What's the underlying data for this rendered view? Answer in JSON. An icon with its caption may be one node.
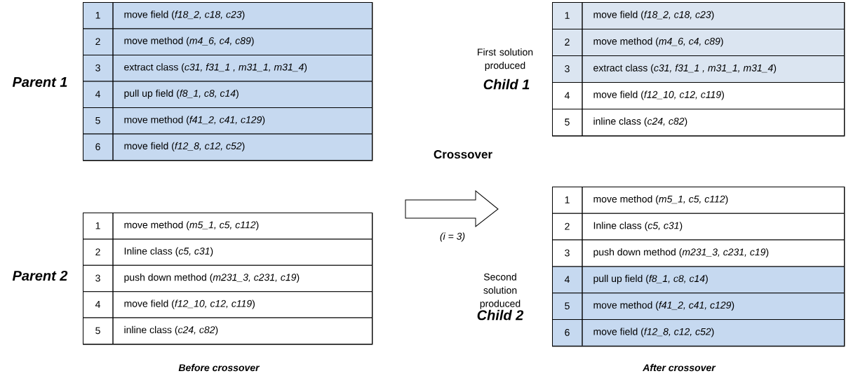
{
  "diagram": {
    "nodes": [
      {
        "text": [
          "Parent 1"
        ]
      },
      {
        "text": [
          "1",
          "move field (*f18_2, c18, c23*)"
        ],
        "in": 0
      },
      {
        "text": [
          "2",
          "move method (*m4_6, c4, c89*)"
        ],
        "in": 0
      },
      {
        "text": [
          "3",
          "extract class (*c31, f31_1 , m31_1, m31_4*)"
        ],
        "in": 0
      },
      {
        "text": [
          "4",
          "pull up field (*f8_1, c8, c14*)"
        ],
        "in": 0
      },
      {
        "text": [
          "5",
          "move method (*f41_2, c41, c129*)"
        ],
        "in": 0
      },
      {
        "text": [
          "6",
          "move field (*f12_8, c12, c52*)"
        ],
        "in": 0
      },
      {
        "text": [
          "First solution produced",
          "Child 1"
        ]
      },
      {
        "text": [
          "1",
          "move field (*f18_2, c18, c23*)"
        ],
        "in": 7
      },
      {
        "text": [
          "2",
          "move method (*m4_6, c4, c89*)"
        ],
        "in": 7
      },
      {
        "text": [
          "3",
          "extract class (*c31, f31_1 , m31_1, m31_4*)"
        ],
        "in": 7
      },
      {
        "text": [
          "4",
          "move field (*f12_10, c12, c119*)"
        ],
        "in": 7
      },
      {
        "text": [
          "5",
          "inline class (*c24, c82*)"
        ],
        "in": 7
      },
      {
        "text": [
          "Parent 2"
        ]
      },
      {
        "text": [
          "1",
          "move method (*m5_1, c5, c112*)"
        ],
        "in": 13
      },
      {
        "text": [
          "2",
          "Inline class (*c5, c31*)"
        ],
        "in": 13
      },
      {
        "text": [
          "3",
          "push down method (*m231_3, c231, c19*)"
        ],
        "in": 13
      },
      {
        "text": [
          "4",
          "move field (*f12_10, c12, c119*)"
        ],
        "in": 13
      },
      {
        "text": [
          "5",
          "inline class (*c24, c82*)"
        ],
        "in": 13
      },
      {
        "text": [
          "Second solution produced",
          "Child 2"
        ]
      },
      {
        "text": [
          "1",
          "move method (*m5_1, c5, c112*)"
        ],
        "in": 19
      },
      {
        "text": [
          "2",
          "Inline class (*c5, c31*)"
        ],
        "in": 19
      },
      {
        "text": [
          "3",
          "push down method (*m231_3, c231, c19*)"
        ],
        "in": 19
      },
      {
        "text": [
          "4",
          "pull up field (*f8_1, c8, c14*)"
        ],
        "in": 19
      },
      {
        "text": [
          "5",
          "move method (*f41_2, c41, c129*)"
        ],
        "in": 19
      },
      {
        "text": [
          "6",
          "move field (*f12_8, c12, c52*)"
        ],
        "in": 19
      }
    ],
    "labels": [
      "Crossover",
      "(i = 3)",
      "Before crossover",
      "After crossover"
    ]
  }
}
